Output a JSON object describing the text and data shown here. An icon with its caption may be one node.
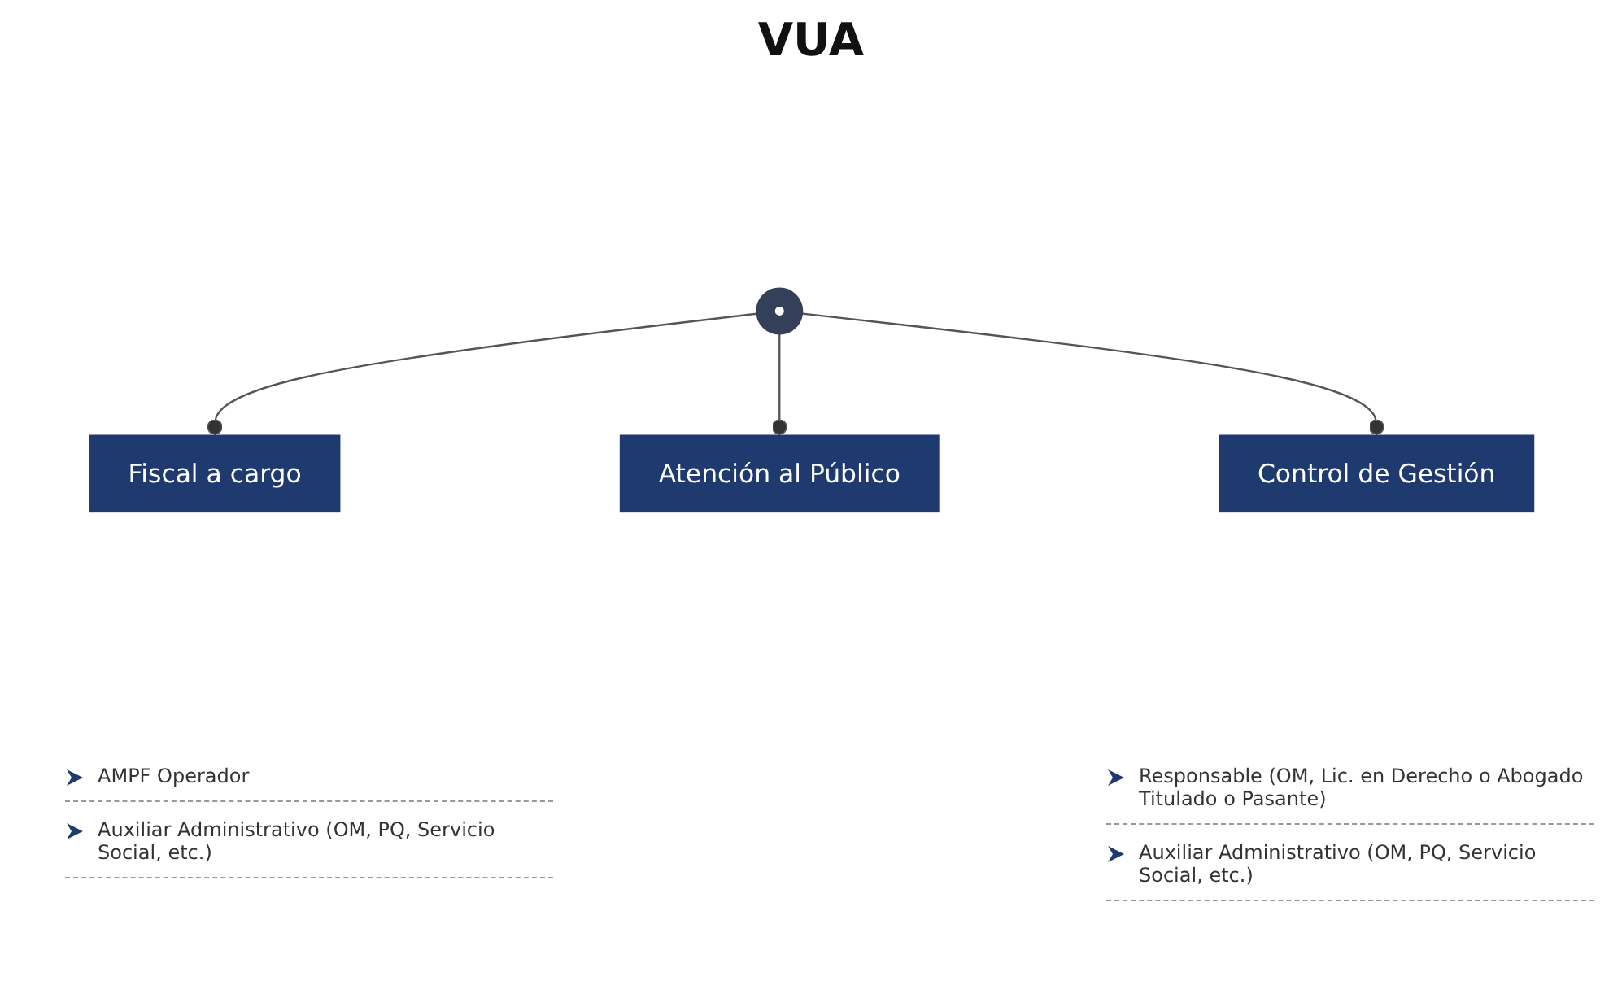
{
  "diagram": {
    "title": "VUA",
    "nodes": [
      {
        "text": [
          "Fiscal a cargo"
        ]
      },
      {
        "text": [],
        "shape": "circle"
      },
      {
        "text": [
          "Atención al Público"
        ],
        "beside": [
          "AMPF Operador",
          "Auxiliar Administrativo (OM, PQ, Servicio Social, etc.)"
        ]
      },
      {
        "text": [
          "Control de Gestión"
        ],
        "beside": [
          "Responsable (OM, Lic. en Derecho o Abogado Titulado o Pasante)",
          "Auxiliar Administrativo (OM, PQ, Servicio Social, etc.)"
        ]
      }
    ],
    "edges": [
      {
        "from": 1,
        "to": 0,
        "arrow": "other"
      },
      {
        "from": 1,
        "to": 2,
        "arrow": "other"
      },
      {
        "from": 1,
        "to": 3,
        "arrow": "other"
      }
    ]
  }
}
